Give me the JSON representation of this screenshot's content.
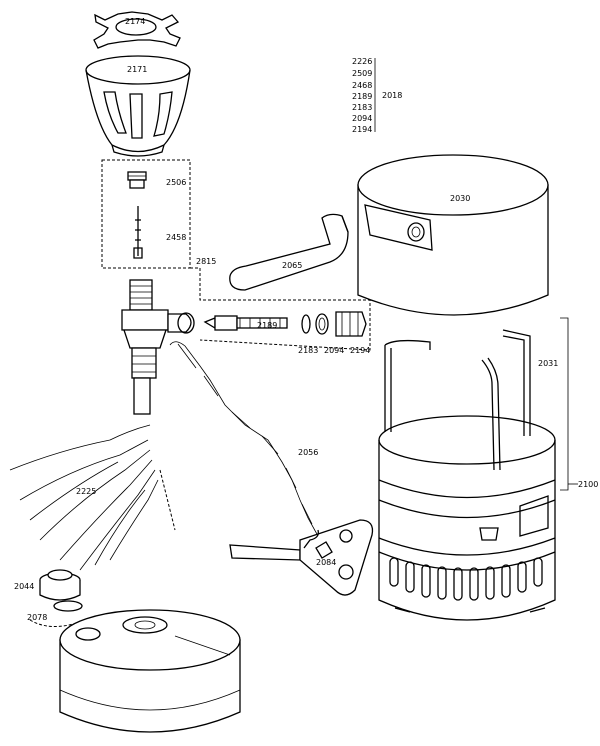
{
  "parts": {
    "p2174": "2174",
    "p2171": "2171",
    "p2506": "2506",
    "p2458": "2458",
    "p2815": "2815",
    "p2189": "2189",
    "p2183": "2183",
    "p2094": "2094",
    "p2194": "2194",
    "p2065": "2065",
    "p2030": "2030",
    "p2031": "2031",
    "p2100": "2100",
    "p2056": "2056",
    "p2225": "2225",
    "p2044": "2044",
    "p2078": "2078",
    "p2084": "2084"
  },
  "kit": {
    "items": [
      "2226",
      "2509",
      "2468",
      "2189",
      "2183",
      "2094",
      "2194"
    ],
    "label": "2018"
  }
}
